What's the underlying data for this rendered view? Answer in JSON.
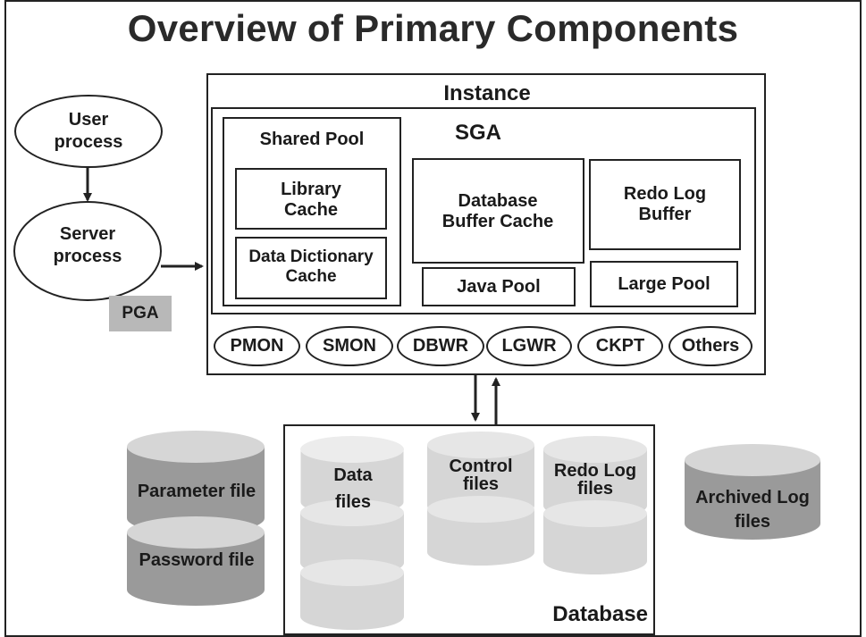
{
  "title": "Overview of Primary Components",
  "user_process": "User process",
  "server_process": "Server process",
  "pga": "PGA",
  "instance": {
    "label": "Instance",
    "sga": {
      "label": "SGA",
      "shared_pool": {
        "label": "Shared Pool",
        "library_cache": "Library Cache",
        "data_dictionary_cache": "Data Dictionary Cache"
      },
      "database_buffer_cache": "Database Buffer Cache",
      "redo_log_buffer": "Redo Log Buffer",
      "java_pool": "Java Pool",
      "large_pool": "Large Pool"
    },
    "background_processes": [
      "PMON",
      "SMON",
      "DBWR",
      "LGWR",
      "CKPT",
      "Others"
    ]
  },
  "database": {
    "label": "Database",
    "data_files": "Data files",
    "control_files": "Control files",
    "redo_log_files": "Redo Log files"
  },
  "parameter_file": "Parameter file",
  "password_file": "Password file",
  "archived_log_files": "Archived Log files",
  "colors": {
    "cylinder": "#9a9a9a",
    "cylinder_light": "#d6d6d6",
    "pga": "#b8b8b8",
    "line": "#222222"
  }
}
